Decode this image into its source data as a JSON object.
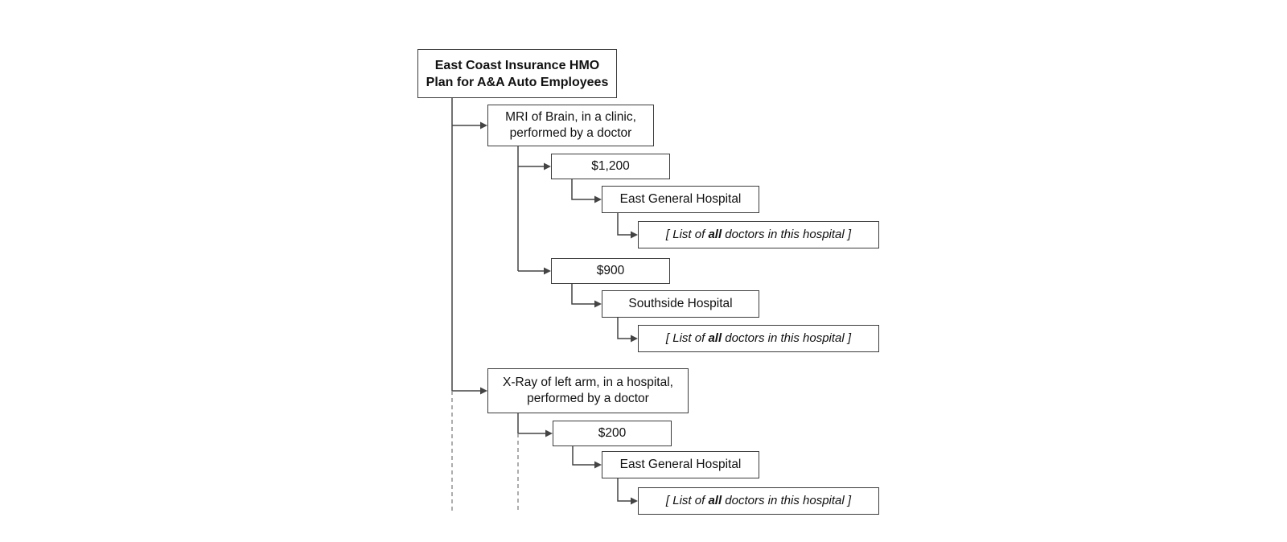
{
  "colors": {
    "page_bg": "#ffffff",
    "box_bg": "#ffffff",
    "box_border": "#3c3c3c",
    "line": "#444444",
    "dashed_line": "#8a8a8a",
    "text": "#111111"
  },
  "nodes": {
    "root": {
      "line1": "East Coast Insurance HMO",
      "line2": "Plan for A&A Auto Employees"
    },
    "mri": {
      "line1": "MRI of Brain, in a clinic,",
      "line2": "performed by a doctor"
    },
    "price_mri_1": {
      "label": "$1,200"
    },
    "hospital_mri_1": {
      "label": "East General Hospital"
    },
    "doctors_mri_1": {
      "pre": "[ List of ",
      "bold": "all",
      "post": " doctors in this hospital ]"
    },
    "price_mri_2": {
      "label": "$900"
    },
    "hospital_mri_2": {
      "label": "Southside Hospital"
    },
    "doctors_mri_2": {
      "pre": "[ List of ",
      "bold": "all",
      "post": " doctors in this hospital ]"
    },
    "xray": {
      "line1": "X-Ray of left arm, in a hospital,",
      "line2": "performed by a doctor"
    },
    "price_xray_1": {
      "label": "$200"
    },
    "hospital_xray_1": {
      "label": "East General Hospital"
    },
    "doctors_xray_1": {
      "pre": "[ List of ",
      "bold": "all",
      "post": " doctors in this hospital ]"
    }
  }
}
